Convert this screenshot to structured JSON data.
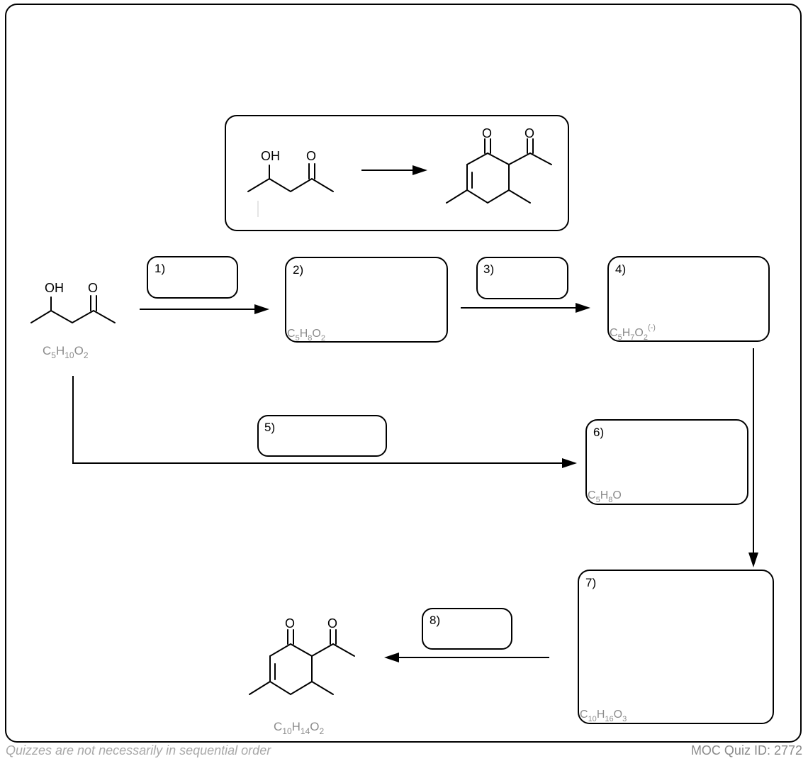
{
  "atoms": {
    "hydroxyl": "OH",
    "oxygen": "O"
  },
  "boxes": {
    "b1": {
      "label": "1)"
    },
    "b2": {
      "label": "2)",
      "formula": {
        "c": "C",
        "c_n": "5",
        "h": "H",
        "h_n": "8",
        "o": "O",
        "o_n": "2"
      }
    },
    "b3": {
      "label": "3)"
    },
    "b4": {
      "label": "4)",
      "formula": {
        "c": "C",
        "c_n": "5",
        "h": "H",
        "h_n": "7",
        "o": "O",
        "o_n": "2",
        "charge": "(-)"
      }
    },
    "b5": {
      "label": "5)"
    },
    "b6": {
      "label": "6)",
      "formula": {
        "c": "C",
        "c_n": "5",
        "h": "H",
        "h_n": "8",
        "o": "O"
      }
    },
    "b7": {
      "label": "7)",
      "formula": {
        "c": "C",
        "c_n": "10",
        "h": "H",
        "h_n": "16",
        "o": "O",
        "o_n": "3"
      }
    },
    "b8": {
      "label": "8)"
    }
  },
  "start_formula": {
    "c": "C",
    "c_n": "5",
    "h": "H",
    "h_n": "10",
    "o": "O",
    "o_n": "2"
  },
  "product_formula": {
    "c": "C",
    "c_n": "10",
    "h": "H",
    "h_n": "14",
    "o": "O",
    "o_n": "2"
  },
  "footer": {
    "note": "Quizzes are not necessarily in sequential order",
    "quiz_id": "MOC Quiz ID: 2772"
  }
}
